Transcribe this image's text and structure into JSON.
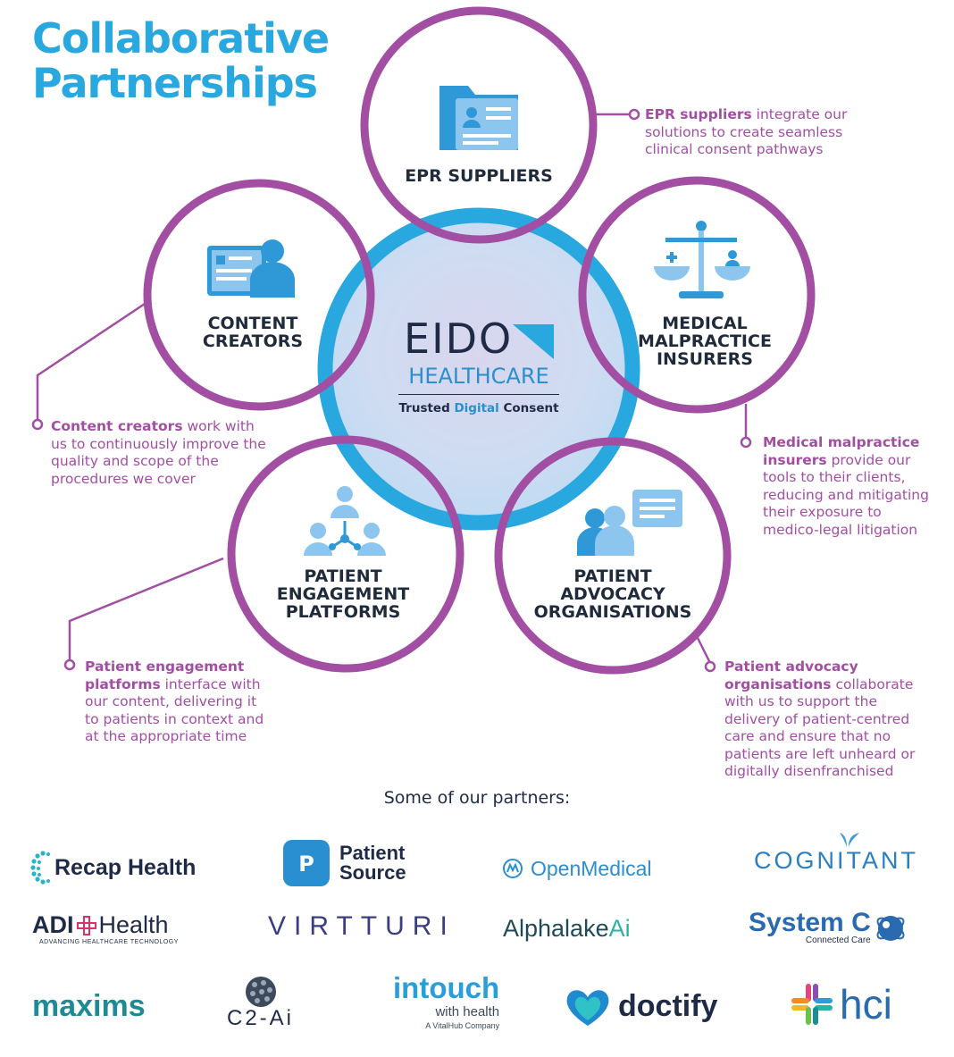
{
  "title": {
    "line1": "Collaborative",
    "line2": "Partnerships"
  },
  "center": {
    "brand": "EIDO",
    "brand_sub": "HEALTHCARE",
    "tagline_start": "Trusted ",
    "tagline_highlight": "Digital",
    "tagline_end": " Consent"
  },
  "nodes": {
    "epr": {
      "label": [
        "EPR SUPPLIERS"
      ],
      "icon": "folder-id-icon"
    },
    "content": {
      "label": [
        "CONTENT",
        "CREATORS"
      ],
      "icon": "presenter-icon"
    },
    "malpractice": {
      "label": [
        "MEDICAL",
        "MALPRACTICE",
        "INSURERS"
      ],
      "icon": "scales-icon"
    },
    "engagement": {
      "label": [
        "PATIENT",
        "ENGAGEMENT",
        "PLATFORMS"
      ],
      "icon": "network-people-icon"
    },
    "advocacy": {
      "label": [
        "PATIENT",
        "ADVOCACY",
        "ORGANISATIONS"
      ],
      "icon": "people-speech-icon"
    }
  },
  "descriptions": {
    "epr": {
      "bold": "EPR suppliers",
      "rest": " integrate our solutions to create seamless clinical consent pathways"
    },
    "content": {
      "bold": "Content creators",
      "rest": " work with us to continuously improve the quality and scope of the procedures we cover"
    },
    "malpractice": {
      "bold": "Medical malpractice insurers",
      "rest": " provide our tools to their clients, reducing and mitigating their exposure to medico-legal litigation"
    },
    "engagement": {
      "bold": "Patient engagement platforms",
      "rest": " interface with our content, delivering it to patients in context and at the appropriate time"
    },
    "advocacy": {
      "bold": "Patient advocacy organisations",
      "rest": " collaborate with us to support the delivery of patient-centred care and ensure that no patients are left unheard or digitally disenfranchised"
    }
  },
  "partners_heading": "Some of our partners:",
  "partners": {
    "recap": "Recap Health",
    "patient_source_1": "Patient",
    "patient_source_2": "Source",
    "openmedical": "OpenMedical",
    "cognitant": "COGNITANT",
    "adi_1": "ADI",
    "adi_2": "Health",
    "adi_sub": "ADVANCING HEALTHCARE TECHNOLOGY",
    "virtturi": "VIRTTURI",
    "alphalake_1": "Alphalake ",
    "alphalake_2": "Ai",
    "systemc": "System C",
    "systemc_sub": "Connected Care",
    "maxims": "maxims",
    "c2ai": "C2-Ai",
    "intouch": "intouch",
    "intouch_sub": "with health",
    "intouch_sub2": "A VitalHub Company",
    "doctify": "doctify",
    "hci": "hci"
  },
  "colors": {
    "purple": "#a24ea3",
    "blue": "#29a8e0",
    "navy": "#1f2b46",
    "light_blue": "#c9dff3"
  }
}
